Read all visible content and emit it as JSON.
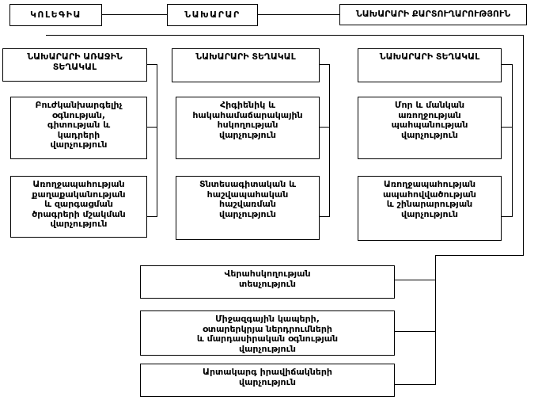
{
  "colors": {
    "background": "#ffffff",
    "line": "#000000",
    "box_border": "#000000",
    "text": "#000000"
  },
  "org_chart": {
    "top_row": {
      "collegium": "ԿՈԼԵԳԻԱ",
      "minister": "ՆԱԽԱՐԱՐ",
      "secretariat": "ՆԱԽԱՐԱՐԻ ՔԱՐՏՈՒՂԱՐՈՒԹՅՈՒՆ"
    },
    "columns": [
      {
        "head": "ՆԱԽԱՐԱՐԻ ԱՌԱՋԻՆ\nՏԵՂԱԿԱԼ",
        "dept1": "Բուժկանխարգելիչ\nօգնության,\nգիտության և\nկադրերի\nվարչություն",
        "dept2": "Առողջապահության\nքաղաքականության\nև զարգացման\nծրագրերի մշակման\nվարչություն"
      },
      {
        "head": "ՆԱԽԱՐԱՐԻ ՏԵՂԱԿԱԼ",
        "dept1": "Հիգիենիկ և\nհակահամաճարակային\nհսկողության\nվարչություն",
        "dept2": "Տնտեսագիտական և\nհաշվապահական\nհաշվառման\nվարչություն"
      },
      {
        "head": "ՆԱԽԱՐԱՐԻ ՏԵՂԱԿԱԼ",
        "dept1": "Մոր և մանկան\nառողջության\nպահպանության\nվարչություն",
        "dept2": "Առողջապահության\nապահովվածության\nև շինարարության\nվարչություն"
      }
    ],
    "bottom_row": [
      "Վերահսկողության\nտեսչություն",
      "Միջազգային կապերի,\nօտարերկրյա ներդրումների\nև մարդասիրական օգնության\nվարչություն",
      "Արտակարգ իրավիճակների\nվարչություն"
    ]
  }
}
